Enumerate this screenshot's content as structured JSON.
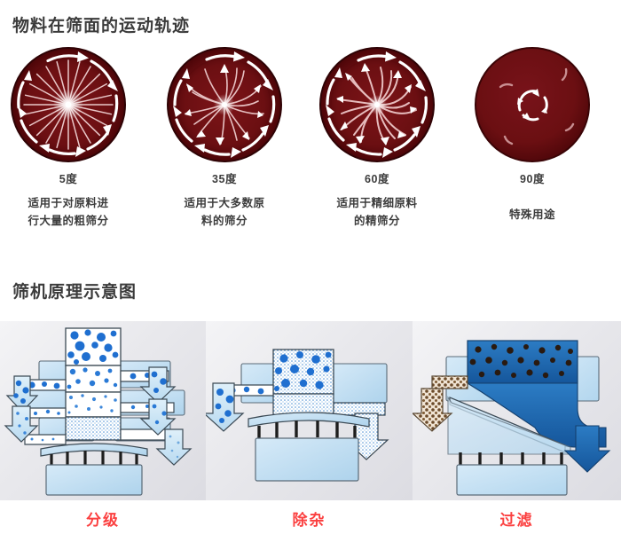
{
  "sections": {
    "motion": {
      "title": "物料在筛面的运动轨迹",
      "items": [
        {
          "degree": "5度",
          "desc_line1": "适用于对原料进",
          "desc_line2": "行大量的粗筛分",
          "pattern": "straight-radial"
        },
        {
          "degree": "35度",
          "desc_line1": "适用于大多数原",
          "desc_line2": "料的筛分",
          "pattern": "slight-spiral"
        },
        {
          "degree": "60度",
          "desc_line1": "适用于精细原料",
          "desc_line2": "的精筛分",
          "pattern": "strong-spiral"
        },
        {
          "degree": "90度",
          "desc_line1": "特殊用途",
          "desc_line2": "",
          "pattern": "tight-circle"
        }
      ]
    },
    "principle": {
      "title": "筛机原理示意图",
      "panels": [
        {
          "caption": "分级",
          "diagram": "multi-deck-classifier"
        },
        {
          "caption": "除杂",
          "diagram": "single-deck-impurity"
        },
        {
          "caption": "过滤",
          "diagram": "liquid-filter"
        }
      ]
    }
  },
  "colors": {
    "circle_dark": "#4d0508",
    "circle_body": "#6b0f12",
    "circle_ring": "#7a1216",
    "ray_white": "#ffffff",
    "caption_red": "#fb4040",
    "heading_gray": "#3b3b3b",
    "particle_blue": "#1f6fd0",
    "liquid_blue": "#1763ab",
    "panel_bg": "#ececed"
  }
}
